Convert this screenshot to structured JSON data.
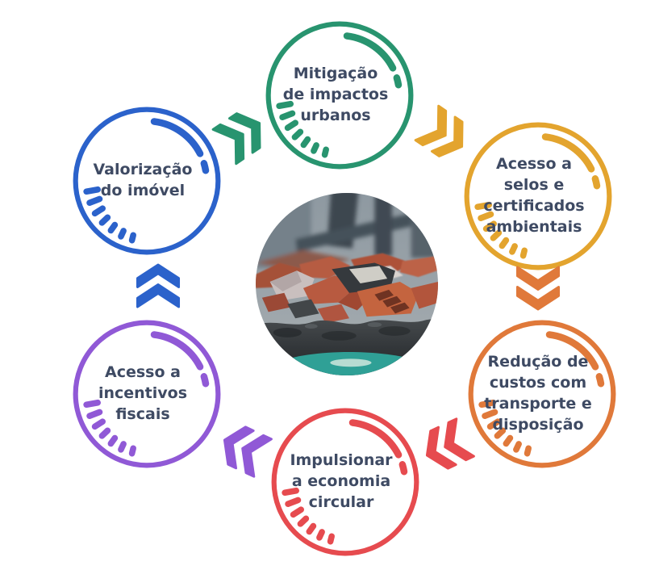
{
  "diagram": {
    "type": "cycle",
    "background": "#ffffff",
    "text_color": "#3e4a63",
    "center_image": {
      "alt": "Pile of demolition debris: red clay bricks and dark concrete rubble, blurred industrial structure behind, teal strip at the bottom",
      "shape": "circle"
    },
    "nodes": [
      {
        "id": "mitigacao-impactos-urbanos",
        "label": "Mitigação\nde impactos\nurbanos",
        "color": "#28946f",
        "position": "top"
      },
      {
        "id": "acesso-selos-certificados",
        "label": "Acesso a\nselos e\ncertificados\nambientais",
        "color": "#e3a42e",
        "position": "top-right"
      },
      {
        "id": "reducao-custos-transporte",
        "label": "Redução de\ncustos com\ntransporte e\ndisposição",
        "color": "#e0793a",
        "position": "bottom-right"
      },
      {
        "id": "impulsionar-economia-circular",
        "label": "Impulsionar\na economia\ncircular",
        "color": "#e64b4f",
        "position": "bottom"
      },
      {
        "id": "acesso-incentivos-fiscais",
        "label": "Acesso a\nincentivos\nfiscais",
        "color": "#9059d6",
        "position": "bottom-left"
      },
      {
        "id": "valorizacao-imovel",
        "label": "Valorização\ndo imóvel",
        "color": "#2b62cb",
        "position": "top-left"
      }
    ],
    "arrows": [
      {
        "icon": "double-chevron-icon",
        "from": "valorizacao-imovel",
        "to": "mitigacao-impactos-urbanos",
        "color": "#28946f",
        "direction": "up-right"
      },
      {
        "icon": "double-chevron-icon",
        "from": "mitigacao-impactos-urbanos",
        "to": "acesso-selos-certificados",
        "color": "#e3a42e",
        "direction": "down-right"
      },
      {
        "icon": "double-chevron-icon",
        "from": "acesso-selos-certificados",
        "to": "reducao-custos-transporte",
        "color": "#e0793a",
        "direction": "down"
      },
      {
        "icon": "double-chevron-icon",
        "from": "reducao-custos-transporte",
        "to": "impulsionar-economia-circular",
        "color": "#e64b4f",
        "direction": "down-left"
      },
      {
        "icon": "double-chevron-icon",
        "from": "impulsionar-economia-circular",
        "to": "acesso-incentivos-fiscais",
        "color": "#9059d6",
        "direction": "up-left"
      },
      {
        "icon": "double-chevron-icon",
        "from": "acesso-incentivos-fiscais",
        "to": "valorizacao-imovel",
        "color": "#2b62cb",
        "direction": "up"
      }
    ]
  }
}
